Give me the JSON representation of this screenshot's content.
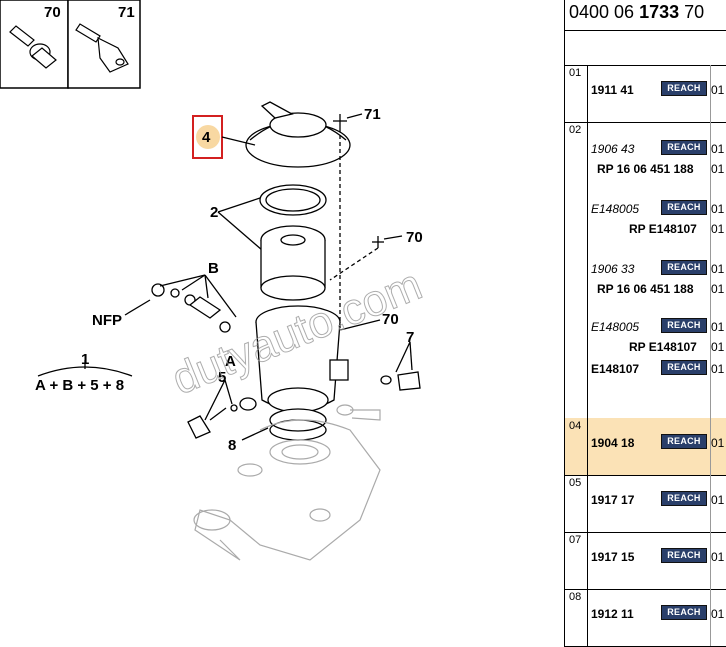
{
  "header": {
    "ref_prefix": "0400 06 ",
    "ref_bold": "1733",
    "ref_suffix": " 70"
  },
  "diagram": {
    "bolt_boxes": [
      "70",
      "71"
    ],
    "callouts": {
      "c4": "4",
      "c71": "71",
      "c2": "2",
      "c70a": "70",
      "cB": "B",
      "cNFP": "NFP",
      "c70b": "70",
      "c7": "7",
      "c1": "1",
      "cA": "A",
      "c5": "5",
      "c8": "8",
      "formula": "A + B + 5 + 8"
    },
    "watermark": "dutyauto.com",
    "colors": {
      "highlight_box": "#d32020",
      "highlight_fill": "#f5c77a"
    }
  },
  "table": {
    "rows": [
      {
        "num": "01",
        "lines": [
          {
            "text": "1911 41",
            "style": "b",
            "reach": "REACH",
            "qty": "01"
          }
        ]
      },
      {
        "num": "02",
        "lines": [
          {
            "text": "1906 43",
            "style": "i",
            "reach": "REACH",
            "qty": "01"
          },
          {
            "text": "RP 16 06 451 188",
            "style": "b",
            "reach": "",
            "qty": "01"
          },
          {
            "text": "E148005",
            "style": "i",
            "reach": "REACH",
            "qty": "01"
          },
          {
            "text": "RP E148107",
            "style": "b",
            "reach": "",
            "qty": "01"
          },
          {
            "text": "1906 33",
            "style": "i",
            "reach": "REACH",
            "qty": "01"
          },
          {
            "text": "RP 16 06 451 188",
            "style": "b",
            "reach": "",
            "qty": "01"
          },
          {
            "text": "E148005",
            "style": "i",
            "reach": "REACH",
            "qty": "01"
          },
          {
            "text": "RP E148107",
            "style": "b",
            "reach": "",
            "qty": "01"
          },
          {
            "text": "E148107",
            "style": "b",
            "reach": "REACH",
            "qty": "01"
          }
        ]
      },
      {
        "num": "04",
        "lines": [
          {
            "text": "1904 18",
            "style": "b",
            "reach": "REACH",
            "qty": "01"
          }
        ]
      },
      {
        "num": "05",
        "lines": [
          {
            "text": "1917 17",
            "style": "b",
            "reach": "REACH",
            "qty": "01"
          }
        ]
      },
      {
        "num": "07",
        "lines": [
          {
            "text": "1917 15",
            "style": "b",
            "reach": "REACH",
            "qty": "01"
          }
        ]
      },
      {
        "num": "08",
        "lines": [
          {
            "text": "1912 11",
            "style": "b",
            "reach": "REACH",
            "qty": "01"
          }
        ]
      }
    ]
  }
}
